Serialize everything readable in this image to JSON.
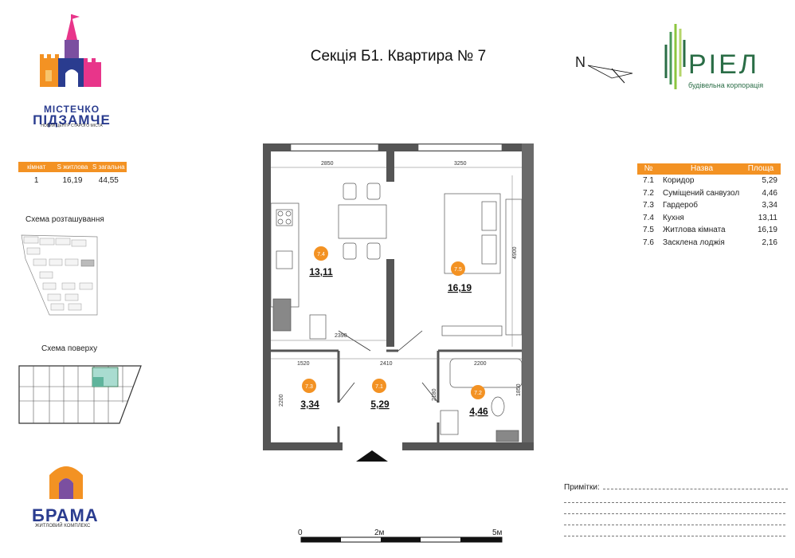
{
  "header": {
    "title": "Секція Б1. Квартира № 7",
    "north_label": "N"
  },
  "logo_left": {
    "line1": "МІСТЕЧКО",
    "line2": "ПІДЗАМЧЕ",
    "tagline": "НОВИЙ ЦЕНТР СТАРОГО МІСТА"
  },
  "logo_right": {
    "name": "РІЕЛ",
    "tagline": "будівельна корпорація"
  },
  "logo_bottom": {
    "name": "БРАМА",
    "tagline": "ЖИТЛОВИЙ КОМПЛЕКС"
  },
  "summary": {
    "headers": [
      "кімнат",
      "S житлова",
      "S загальна"
    ],
    "values": [
      "1",
      "16,19",
      "44,55"
    ]
  },
  "schemes": {
    "location_label": "Схема розташування",
    "floor_label": "Схема поверху"
  },
  "rooms_table": {
    "headers": [
      "№",
      "Назва",
      "Площа"
    ],
    "rows": [
      {
        "no": "7.1",
        "name": "Коридор",
        "area": "5,29"
      },
      {
        "no": "7.2",
        "name": "Суміщений санвузол",
        "area": "4,46"
      },
      {
        "no": "7.3",
        "name": "Гардероб",
        "area": "3,34"
      },
      {
        "no": "7.4",
        "name": "Кухня",
        "area": "13,11"
      },
      {
        "no": "7.5",
        "name": "Житлова кімната",
        "area": "16,19"
      },
      {
        "no": "7.6",
        "name": "Засклена лоджія",
        "area": "2,16"
      }
    ]
  },
  "plan": {
    "dims": {
      "kitchen_width": "2850",
      "room_width": "3250",
      "room_depth": "4900",
      "kitchen_bottom": "2390",
      "wardrobe_width": "1520",
      "corridor_width": "2410",
      "bath_width": "2200",
      "wardrobe_depth": "2200",
      "corridor_depth": "2180",
      "bath_depth": "1850"
    },
    "rooms": [
      {
        "no": "7.4",
        "area": "13,11"
      },
      {
        "no": "7.5",
        "area": "16,19"
      },
      {
        "no": "7.3",
        "area": "3,34"
      },
      {
        "no": "7.1",
        "area": "5,29"
      },
      {
        "no": "7.2",
        "area": "4,46"
      }
    ]
  },
  "scale": {
    "labels": [
      "0",
      "2м",
      "5м"
    ]
  },
  "notes": {
    "label": "Примітки:"
  },
  "colors": {
    "accent": "#f39223",
    "brand_blue": "#2a3c8f",
    "brand_green": "#2a6d46",
    "wall": "#555555"
  }
}
